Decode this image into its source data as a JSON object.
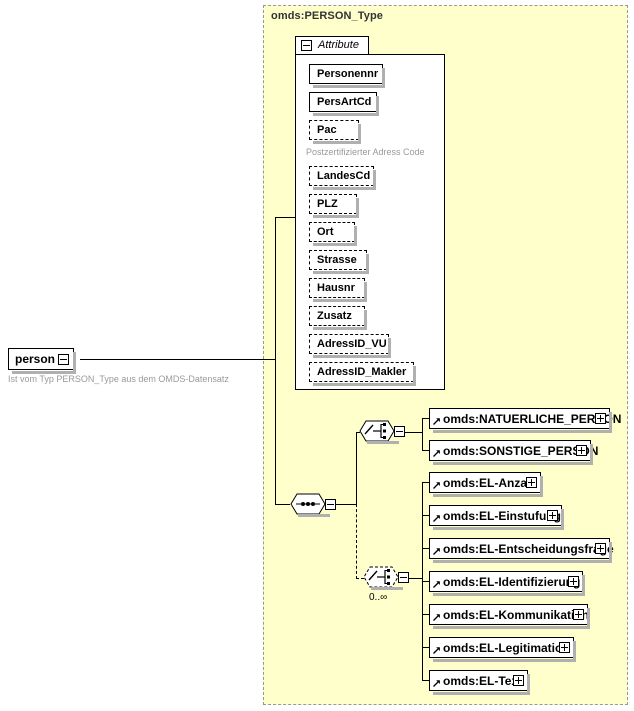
{
  "diagram": {
    "type": "xml-schema-diagram",
    "root_element": {
      "name": "person",
      "annotation": "Ist vom Typ PERSON_Type aus dem OMDS-Datensatz",
      "toggle": "minus-icon"
    },
    "type_panel": {
      "title": "omds:PERSON_Type",
      "attribute_group": {
        "label": "Attribute",
        "toggle": "minus-icon",
        "attributes": [
          {
            "name": "Personennr",
            "use": "required",
            "annotation": ""
          },
          {
            "name": "PersArtCd",
            "use": "required",
            "annotation": ""
          },
          {
            "name": "Pac",
            "use": "optional",
            "annotation": "Postzertifizierter Adress Code"
          },
          {
            "name": "LandesCd",
            "use": "optional",
            "annotation": ""
          },
          {
            "name": "PLZ",
            "use": "optional",
            "annotation": ""
          },
          {
            "name": "Ort",
            "use": "optional",
            "annotation": ""
          },
          {
            "name": "Strasse",
            "use": "optional",
            "annotation": ""
          },
          {
            "name": "Hausnr",
            "use": "optional",
            "annotation": ""
          },
          {
            "name": "Zusatz",
            "use": "optional",
            "annotation": ""
          },
          {
            "name": "AdressID_VU",
            "use": "optional",
            "annotation": ""
          },
          {
            "name": "AdressID_Makler",
            "use": "optional",
            "annotation": ""
          }
        ]
      },
      "content_model": {
        "compositor": "sequence",
        "compositor_icon": "sequence-icon",
        "toggle": "minus-icon",
        "branches": [
          {
            "compositor": "choice",
            "compositor_icon": "choice-icon",
            "toggle": "minus-icon",
            "occurrence": "",
            "style": "solid",
            "elements": [
              {
                "name": "omds:NATUERLICHE_PERSON",
                "ref": true,
                "toggle": "plus-icon"
              },
              {
                "name": "omds:SONSTIGE_PERSON",
                "ref": true,
                "toggle": "plus-icon"
              }
            ]
          },
          {
            "compositor": "choice",
            "compositor_icon": "choice-icon",
            "toggle": "minus-icon",
            "occurrence": "0..∞",
            "style": "dashed",
            "elements": [
              {
                "name": "omds:EL-Anzahl",
                "ref": true,
                "toggle": "plus-icon"
              },
              {
                "name": "omds:EL-Einstufung",
                "ref": true,
                "toggle": "plus-icon"
              },
              {
                "name": "omds:EL-Entscheidungsfrage",
                "ref": true,
                "toggle": "plus-icon"
              },
              {
                "name": "omds:EL-Identifizierung",
                "ref": true,
                "toggle": "plus-icon"
              },
              {
                "name": "omds:EL-Kommunikation",
                "ref": true,
                "toggle": "plus-icon"
              },
              {
                "name": "omds:EL-Legitimation",
                "ref": true,
                "toggle": "plus-icon"
              },
              {
                "name": "omds:EL-Text",
                "ref": true,
                "toggle": "plus-icon"
              }
            ]
          }
        ]
      }
    },
    "colors": {
      "panel_background": "#ffffcc",
      "panel_border": "#999999",
      "box_background": "#ffffff",
      "box_border": "#000000",
      "shadow": "#b0b0b0",
      "annotation_text": "#999999",
      "title_text": "#333333"
    }
  }
}
